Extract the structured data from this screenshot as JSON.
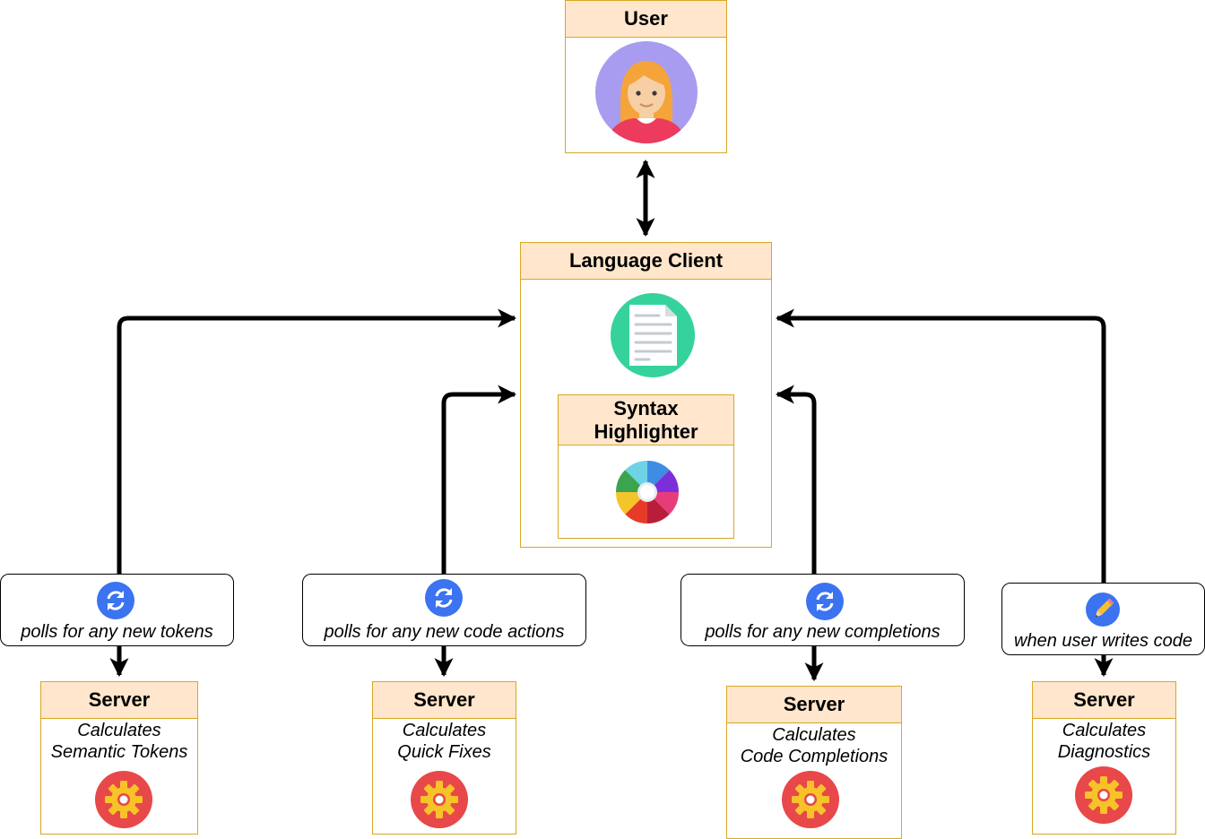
{
  "user": {
    "title": "User",
    "avatar_icon": "user-avatar-icon"
  },
  "client": {
    "title": "Language Client",
    "icon": "document-icon"
  },
  "highlighter": {
    "title": "Syntax Highlighter",
    "icon": "color-wheel-icon"
  },
  "labels": [
    {
      "text": "polls for any new tokens",
      "icon": "refresh-icon"
    },
    {
      "text": "polls for any new code actions",
      "icon": "refresh-icon"
    },
    {
      "text": "polls for any new completions",
      "icon": "refresh-icon"
    },
    {
      "text": "when user writes code",
      "icon": "pencil-icon"
    }
  ],
  "servers": [
    {
      "title": "Server",
      "line1": "Calculates",
      "line2": "Semantic Tokens",
      "icon": "gear-icon"
    },
    {
      "title": "Server",
      "line1": "Calculates",
      "line2": "Quick Fixes",
      "icon": "gear-icon"
    },
    {
      "title": "Server",
      "line1": "Calculates",
      "line2": "Code Completions",
      "icon": "gear-icon"
    },
    {
      "title": "Server",
      "line1": "Calculates",
      "line2": "Diagnostics",
      "icon": "gear-icon"
    }
  ],
  "colors": {
    "box_border": "#d6a824",
    "header_fill": "#ffe6cc",
    "avatar_bg": "#a89cf0",
    "doc_bg": "#35d39b",
    "refresh_bg": "#3b73f0",
    "gear_bg": "#e84849",
    "gear_fg": "#f7c328"
  }
}
